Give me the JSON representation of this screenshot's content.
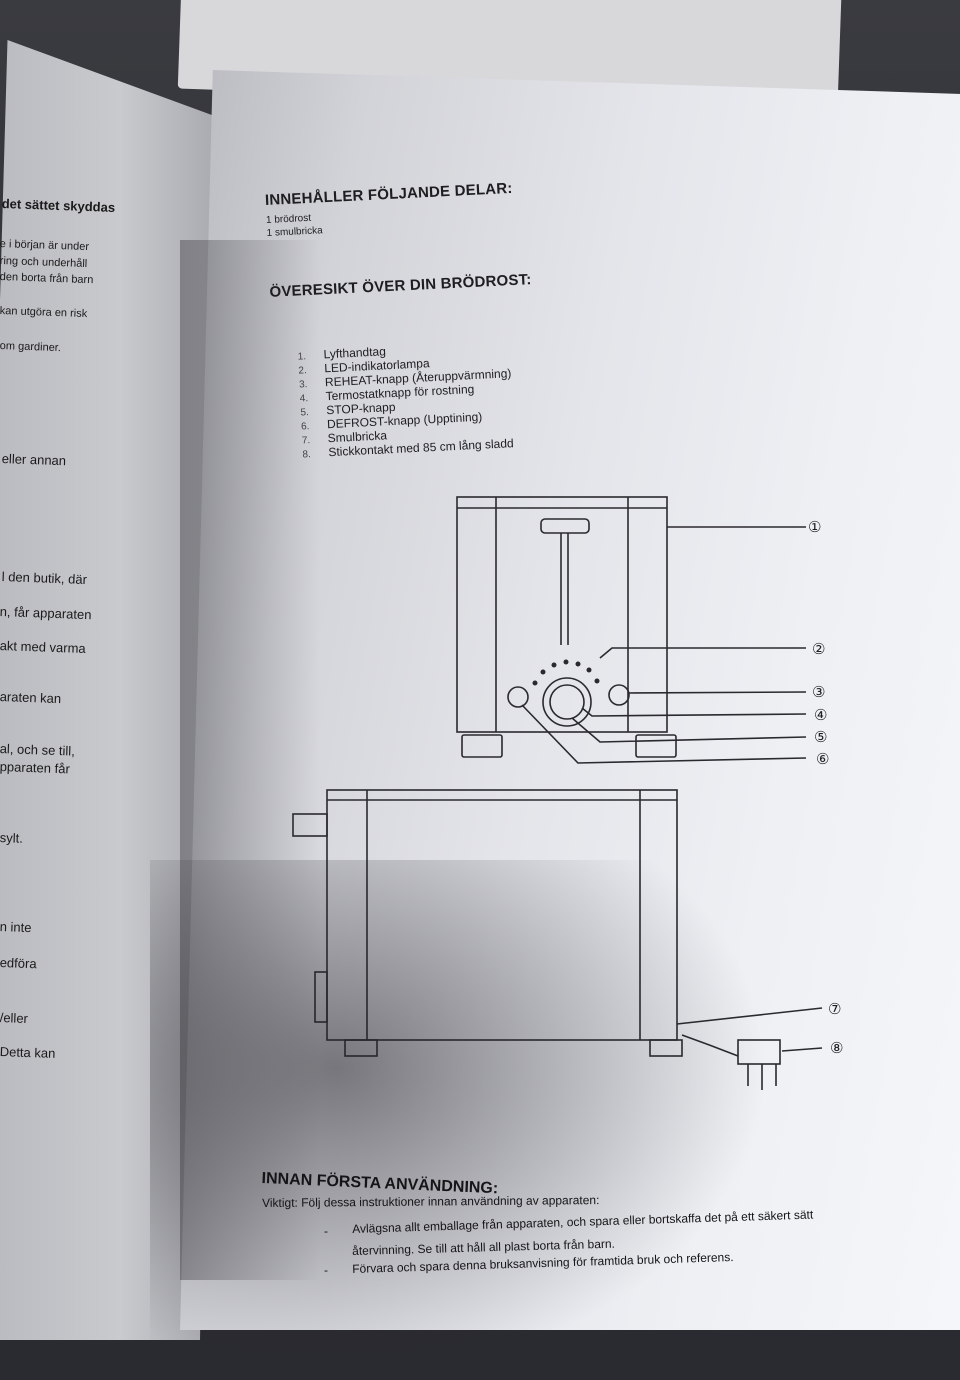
{
  "left_page": {
    "lines": [
      "det sättet skyddas",
      "e i början är under",
      "ring och underhåll",
      "den borta från barn",
      "kan utgöra en risk",
      "om gardiner.",
      "eller annan",
      "l den butik, där",
      "n, får apparaten",
      "akt med varma",
      "araten kan",
      "al, och se till,",
      "pparaten får",
      "sylt.",
      "n inte",
      "edföra",
      "/eller",
      "Detta kan"
    ]
  },
  "contents": {
    "heading": "INNEHÅLLER FÖLJANDE DELAR:",
    "items": [
      "1 brödrost",
      "1 smulbricka"
    ]
  },
  "overview": {
    "heading": "ÖVERESIKT ÖVER DIN BRÖDROST:",
    "items": [
      {
        "num": "1.",
        "label": "Lyfthandtag"
      },
      {
        "num": "2.",
        "label": "LED-indikatorlampa"
      },
      {
        "num": "3.",
        "label": "REHEAT-knapp (Återuppvärmning)"
      },
      {
        "num": "4.",
        "label": "Termostatknapp för rostning"
      },
      {
        "num": "5.",
        "label": "STOP-knapp"
      },
      {
        "num": "6.",
        "label": "DEFROST-knapp (Upptining)"
      },
      {
        "num": "7.",
        "label": "Smulbricka"
      },
      {
        "num": "8.",
        "label": "Stickkontakt med 85 cm lång sladd"
      }
    ]
  },
  "callouts": [
    "①",
    "②",
    "③",
    "④",
    "⑤",
    "⑥",
    "⑦",
    "⑧"
  ],
  "first_use": {
    "heading": "INNAN FÖRSTA ANVÄNDNING:",
    "intro": "Viktigt: Följ dessa instruktioner innan användning av apparaten:",
    "bullets": [
      "Avlägsna allt emballage från apparaten, och spara eller bortskaffa det på ett säkert sätt",
      "återvinning. Se till att håll all plast borta från barn.",
      "Förvara och spara denna bruksanvisning för framtida bruk och referens."
    ],
    "bullet_mark": "-"
  }
}
